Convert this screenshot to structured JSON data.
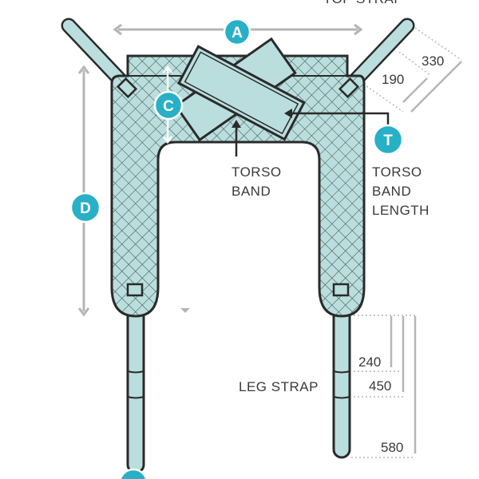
{
  "labels": {
    "top_strap": "TOP STRAP",
    "torso_band": [
      "TORSO",
      "BAND"
    ],
    "torso_band_length": [
      "TORSO",
      "BAND",
      "LENGTH"
    ],
    "leg_strap": "LEG STRAP"
  },
  "badges": {
    "a": "A",
    "c": "C",
    "d": "D",
    "t": "T"
  },
  "dimensions": {
    "top_strap": [
      "330",
      "190"
    ],
    "leg_strap": [
      "240",
      "450",
      "580"
    ]
  },
  "colors": {
    "fabric": "#b9dedd",
    "outline": "#2a2a2a",
    "badge": "#27b0c6",
    "dimension_line": "#b5b5b5"
  }
}
